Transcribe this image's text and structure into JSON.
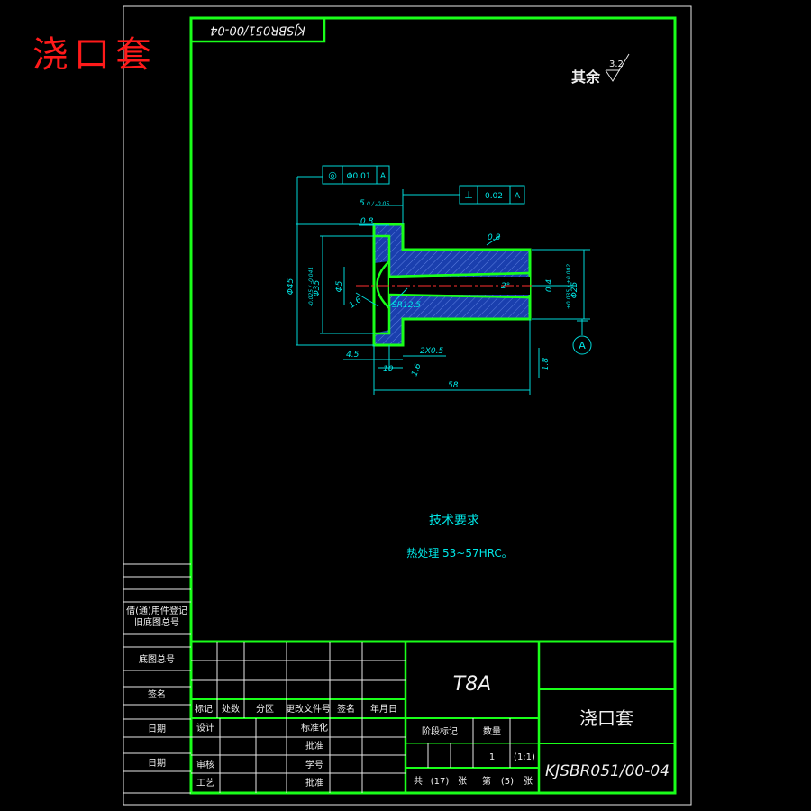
{
  "title_red": "浇口套",
  "drawing_no_rotated": "KJSBR051/00-04",
  "roughness_note": {
    "label": "其余",
    "value": "3.2"
  },
  "tolerances": {
    "coaxiality": {
      "symbol": "◎",
      "value": "Φ0.01",
      "datum": "A"
    },
    "perpendicularity": {
      "symbol": "⊥",
      "value": "0.02",
      "datum": "A"
    }
  },
  "dimensions": {
    "d_5": "5",
    "d_5_tol": "0 / -0.05",
    "r_08_top": "0.8",
    "r_08_mid": "0.8",
    "d_phi45": "Φ45",
    "d_phi35": "Φ35",
    "d_phi35_tol": "-0.025 / -0.041",
    "d_phi5": "Φ5",
    "d_sr125": "SR12.5",
    "d_16": "1.6",
    "d_2deg": "2°",
    "d_04": "0.4",
    "d_phi25": "Φ25",
    "d_phi25_tol": "+0.035 / +0.002",
    "d_45": "4.5",
    "d_10": "10",
    "d_2x05": "2X0.5",
    "d_16b": "1.6",
    "d_58": "58",
    "d_18": "1.8",
    "datum": "A"
  },
  "tech_requirements": {
    "title": "技术要求",
    "item": "热处理 53~57HRC。"
  },
  "side_labels": [
    "借(通)用件登记",
    "旧底图总号",
    "底图总号",
    "签名",
    "日期",
    "日期"
  ],
  "title_block": {
    "material": "T8A",
    "part_name": "浇口套",
    "drawing_no": "KJSBR051/00-04",
    "rev_headers": [
      "标记",
      "处数",
      "分区",
      "更改文件号",
      "签名",
      "年月日"
    ],
    "role_labels": [
      "设计",
      "审核",
      "工艺"
    ],
    "std_labels": [
      "标准化",
      "批准"
    ],
    "mid_labels": [
      "批准",
      "学号"
    ],
    "stage_headers": [
      "阶段标记",
      "数量"
    ],
    "quantity": "1",
    "scale": "(1:1)",
    "sheets_total_label": "共",
    "sheets_total": "(17)",
    "sheets_unit": "张",
    "sheet_no_label": "第",
    "sheet_no": "(5)",
    "sheet_unit": "张"
  }
}
